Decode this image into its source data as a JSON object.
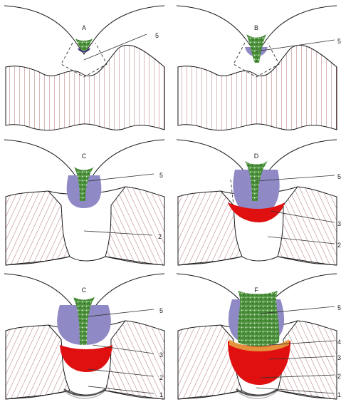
{
  "panels": [
    {
      "key": "a",
      "letter": "A",
      "callouts": [
        "5"
      ]
    },
    {
      "key": "b",
      "letter": "B",
      "callouts": [
        "5"
      ]
    },
    {
      "key": "c",
      "letter": "C",
      "callouts": [
        "5",
        "2"
      ]
    },
    {
      "key": "d",
      "letter": "D",
      "callouts": [
        "5",
        "3",
        "2"
      ]
    },
    {
      "key": "e",
      "letter": "C",
      "callouts": [
        "5",
        "3",
        "2",
        "1"
      ]
    },
    {
      "key": "f",
      "letter": "F",
      "callouts": [
        "5",
        "4",
        "3",
        "2",
        "1"
      ]
    }
  ],
  "colors": {
    "outline": "#1a1a1a",
    "hatch": "#a05050",
    "lavender": "#8f89c6",
    "green": "#4a8f3a",
    "red": "#e01010",
    "orange": "#e6a040",
    "white": "#ffffff"
  }
}
